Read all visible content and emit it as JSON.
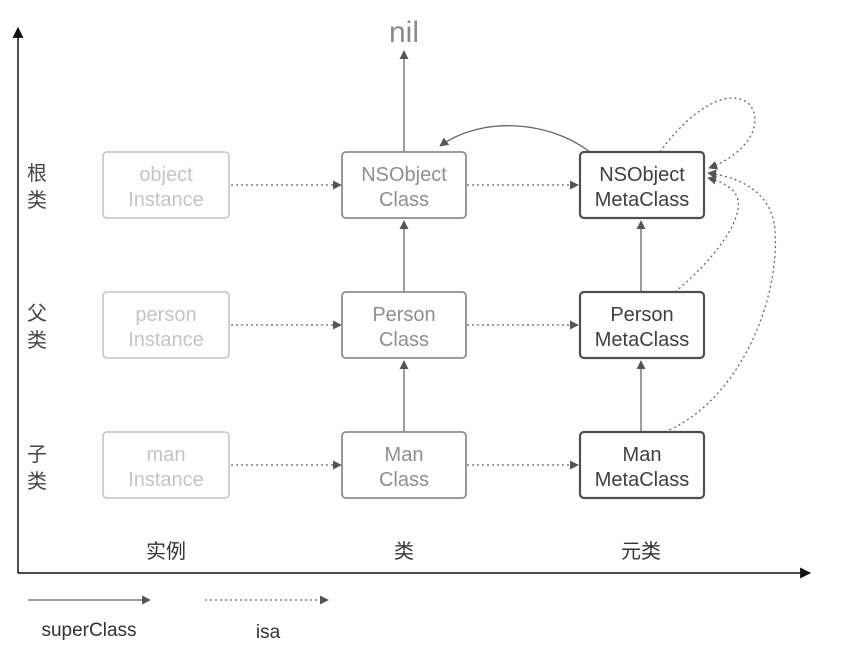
{
  "top_label": "nil",
  "row_labels": [
    {
      "lines": [
        "根",
        "类"
      ]
    },
    {
      "lines": [
        "父",
        "类"
      ]
    },
    {
      "lines": [
        "子",
        "类"
      ]
    }
  ],
  "column_labels": [
    "实例",
    "类",
    "元类"
  ],
  "nodes": {
    "object_instance": [
      "object",
      "Instance"
    ],
    "person_instance": [
      "person",
      "Instance"
    ],
    "man_instance": [
      "man",
      "Instance"
    ],
    "nsobject_class": [
      "NSObject",
      "Class"
    ],
    "person_class": [
      "Person",
      "Class"
    ],
    "man_class": [
      "Man",
      "Class"
    ],
    "nsobject_metaclass": [
      "NSObject",
      "MetaClass"
    ],
    "person_metaclass": [
      "Person",
      "MetaClass"
    ],
    "man_metaclass": [
      "Man",
      "MetaClass"
    ]
  },
  "legend": {
    "superclass_label": "superClass",
    "isa_label": "isa"
  },
  "colors": {
    "instance": "#c4c4c4",
    "class": "#8e8e8e",
    "metaclass": "#4f4f4f",
    "arrow": "#666666",
    "axis": "#111111"
  }
}
